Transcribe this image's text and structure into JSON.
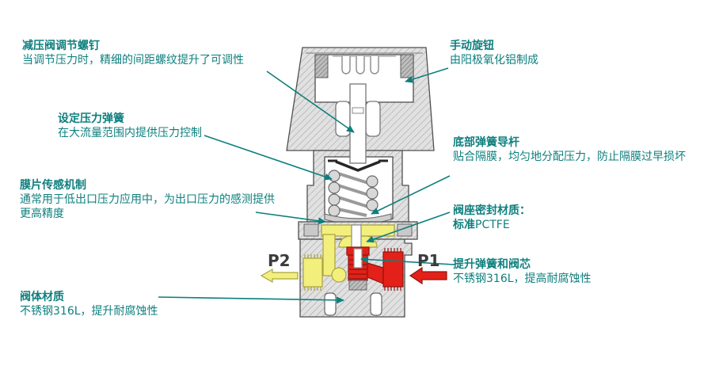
{
  "labels": {
    "adjust_screw": {
      "title": "减压阀调节螺钉",
      "body": "当调节压力时，精细的间距螺纹提升了可调性"
    },
    "pressure_spring": {
      "title": "设定压力弹簧",
      "body": "在大流量范围内提供压力控制"
    },
    "diaphragm": {
      "title": "膜片传感机制",
      "body": "通常用于低出口压力应用中，为出口压力的感测提供更高精度"
    },
    "valve_body": {
      "title": "阀体材质",
      "body": "不锈钢316L，提升耐腐蚀性"
    },
    "knob": {
      "title": "手动旋钮",
      "body": "由阳极氧化铝制成"
    },
    "spring_guide": {
      "title": "底部弹簧导杆",
      "body": "贴合隔膜，均匀地分配压力，防止隔膜过早损坏"
    },
    "seat_seal": {
      "title": "阀座密封材质：",
      "body_bold": "标准",
      "body_rest": "PCTFE"
    },
    "poppet": {
      "title": "提升弹簧和阀芯",
      "body": "不锈钢316L，提高耐腐蚀性"
    }
  },
  "ports": {
    "outlet_label": "P2",
    "inlet_label": "P1"
  },
  "colors": {
    "callout_teal": "#0e7f7e",
    "outlet_yellow": "#f3ef7d",
    "outlet_outline": "#a9a23f",
    "inlet_red": "#e32119",
    "inlet_outline": "#8f1410",
    "port_text": "#3c3c3c"
  }
}
